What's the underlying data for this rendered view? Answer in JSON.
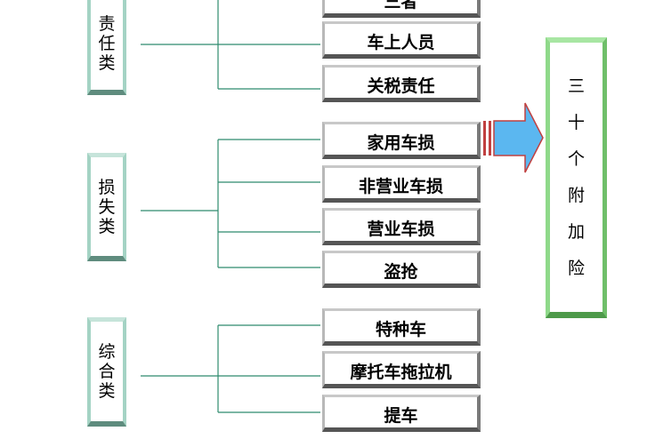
{
  "categories": [
    {
      "chars": [
        "责",
        "任",
        "类"
      ]
    },
    {
      "chars": [
        "损",
        "失",
        "类"
      ]
    },
    {
      "chars": [
        "综",
        "合",
        "类"
      ]
    }
  ],
  "items": [
    "三者",
    "车上人员",
    "关税责任",
    "家用车损",
    "非营业车损",
    "营业车损",
    "盗抢",
    "特种车",
    "摩托车拖拉机",
    "提车"
  ],
  "result": {
    "chars": [
      "三",
      "十",
      "个",
      "附",
      "加",
      "险"
    ]
  },
  "colors": {
    "connector": "#2e8b6e",
    "arrow": "#5bb7f0",
    "result_border": "#8fd98a",
    "category_border": "#a4d3c4"
  }
}
